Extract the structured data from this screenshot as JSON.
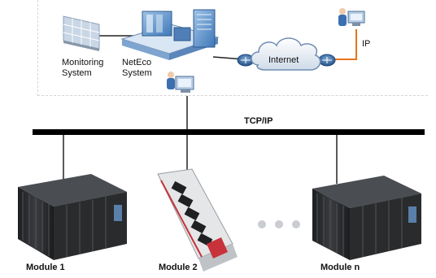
{
  "labels": {
    "monitoring_system": "Monitoring System",
    "neteco_system": "NetEco System",
    "internet": "Internet",
    "ip": "IP",
    "tcpip": "TCP/IP",
    "module_1": "Module 1",
    "module_2": "Module 2",
    "module_n": "Module n"
  },
  "colors": {
    "ip_link": "#e8741c",
    "bus": "#000000",
    "link": "#222222",
    "cloud_fill": "#e8eef5",
    "cloud_stroke": "#6f8db3",
    "router": "#2f5f9a",
    "module_body": "#2b2c2e",
    "module2_frame": "#d8dadc",
    "module2_accent": "#c8323a"
  },
  "icons": [
    "monitor-wall-icon",
    "server-rack-icon",
    "workstation-icon",
    "cloud-icon",
    "router-icon",
    "ellipsis-dots-icon"
  ]
}
